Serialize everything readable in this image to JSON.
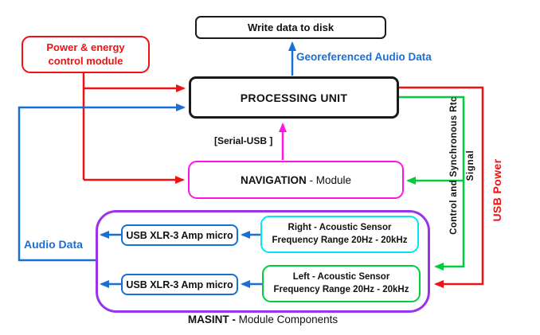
{
  "diagram": {
    "title": "Acoustic MASINT system block diagram",
    "colors": {
      "red": "#ee1212",
      "blue": "#1a6fd4",
      "green": "#00cd3c",
      "magenta": "#ff14e6",
      "cyan": "#00e6f2",
      "purple": "#9933ee",
      "ink": "#111111"
    },
    "boxes": {
      "write_disk": {
        "label": "Write data to disk"
      },
      "power_module": {
        "line1": "Power & energy",
        "line2": "control module"
      },
      "processing_unit": {
        "label": "PROCESSING UNIT"
      },
      "navigation": {
        "bold": "NAVIGATION",
        "rest": " - Module"
      },
      "usb_amp_1": {
        "label": "USB XLR-3 Amp micro"
      },
      "usb_amp_2": {
        "label": "USB XLR-3 Amp micro"
      },
      "right_sensor": {
        "line1": "Right - Acoustic Sensor",
        "line2": "Frequency Range 20Hz - 20kHz"
      },
      "left_sensor": {
        "line1": "Left - Acoustic Sensor",
        "line2": "Frequency Range 20Hz - 20kHz"
      },
      "masint_container": {
        "bold": "MASINT -",
        "rest": " Module Components"
      }
    },
    "labels": {
      "georeferenced": "Georeferenced Audio Data",
      "serial_usb": "[Serial-USB ]",
      "audio_data": "Audio Data",
      "control_sync_line1": "Control and Synchronous Rtc",
      "control_sync_line2": "Signal",
      "usb_power": "USB Power"
    }
  }
}
